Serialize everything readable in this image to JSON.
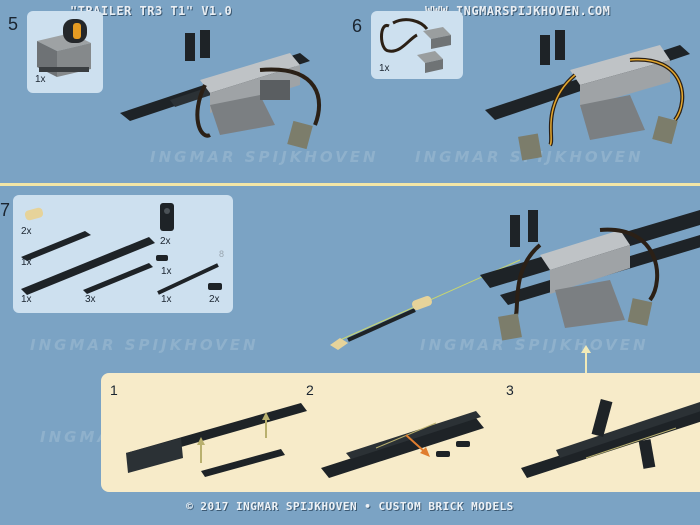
{
  "header": {
    "title": "\"TRAILER TR3 T1\" V1.0",
    "website": "WWW.INGMARSPIJKHOVEN.COM"
  },
  "watermark": "INGMAR SPIJKHOVEN",
  "steps": [
    {
      "number": "5",
      "parts": [
        {
          "quantity": "1x",
          "name": "motor-part"
        }
      ]
    },
    {
      "number": "6",
      "parts": [
        {
          "quantity": "1x",
          "name": "cable-part"
        }
      ]
    },
    {
      "number": "7",
      "parts": [
        {
          "quantity": "2x",
          "name": "bush-part"
        },
        {
          "quantity": "2x",
          "name": "connector-block-part"
        },
        {
          "quantity": "1x",
          "name": "plate-long-part"
        },
        {
          "quantity": "1x",
          "name": "pin-part"
        },
        {
          "quantity": "1x",
          "name": "beam-long-part"
        },
        {
          "quantity": "3x",
          "name": "plate-short-part"
        },
        {
          "quantity": "1x",
          "name": "axle-part"
        },
        {
          "quantity": "2x",
          "name": "pin-small-part"
        }
      ],
      "axle_length": "8"
    }
  ],
  "substeps": [
    {
      "number": "1"
    },
    {
      "number": "2"
    },
    {
      "number": "3"
    }
  ],
  "footer": "© 2017 INGMAR SPIJKHOVEN • CUSTOM BRICK MODELS",
  "colors": {
    "background": "#7ba3c4",
    "callout": "#cde0ef",
    "substep_panel": "#f7ebc9",
    "divider": "#f3e6a6",
    "brick_black": "#1e2327",
    "brick_gray": "#8b8e90",
    "cable": "#2b2016",
    "cable_highlight": "#e4a72d"
  }
}
